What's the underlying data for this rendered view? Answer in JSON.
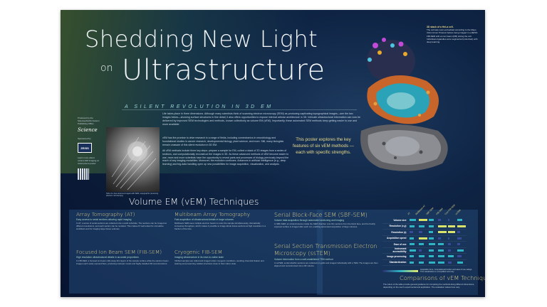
{
  "header": {
    "title_line1": "Shedding New Light",
    "title_on": "on",
    "title_line2": "Ultrastructure",
    "subtitle": "A SILENT REVOLUTION IN 3D EM"
  },
  "sidebar": {
    "produced_by": "Produced by the Science/AAAS Custom Publishing Office",
    "science_logo": "Science",
    "sponsored_by": "Sponsored by",
    "sponsor_logo": "ZEISS",
    "learn_more": "Learn more about volume EM imaging at zeiss.ly/vem-poster"
  },
  "intro": {
    "text": "Life takes place in three dimensions. Although many scientists think of scanning electron microscopy (SEM) as producing captivating topographical images—see the two images below—showing surface structures in fine detail, it also offers opportunities to expose internal cellular architecture in 3D. Intricate ultrastructural information can now be delivered by improved SEM technologies and methods, known collectively as volume EM (vEM). Importantly, these automated SEM methods keep getting easier to use and more available."
  },
  "body": {
    "p1": "vEM has the promise to drive research in a range of fields, including connectomics in neurobiology and foundational studies in cancer research, developmental biology, plant science, and more. Still, many biologists remain unaware of this silent revolution in 3D EM.",
    "p2": "All vEM methods include three key steps: prepare a sample for EM, collect a stack of 2D images from a series of sections, and computationally reconstruct the images in 3D. As these advanced methods of vEM become easier to use, more and more scientists have the opportunity to reveal parts and processes of biology previously beyond the reach of any imaging modalities. Moreover, the evolution continues. Advances in artificial intelligence (e.g., deep learning) and big-data handling open up new possibilities for image acquisition, visualization, and analysis."
  },
  "callout": "This poster explores the key features of six vEM methods — each with specific strengths.",
  "sem_caption": "Side of a bee antenna imaged with SEM, topographic (scanning electron microscopy)",
  "cell_caption": {
    "head": "3D stack of a HeLa cell.",
    "text": "The cell was resin-embedded according to the Mayo Clinic Armor Protocol before being imaged in a ZEISS FIB-SEM with an ion beam (FIB) slicing the cell. Individual organelles were segmented (colorized) with deep learning."
  },
  "section_title": "Volume EM (vEM) Techniques",
  "techniques": [
    {
      "name": "Array Tomography (AT)",
      "desc": "Easy access to serial sections allowing rapid imaging",
      "text": "In AT, a series of serial sections are collected onto a solid substrate. The sections can be imaged at different resolutions, and each section can be revisited. This makes AT well suited for correlative workflows and for imaging large tissue volumes."
    },
    {
      "name": "Multibeam Array Tomography",
      "desc": "Fast acquisition of ultrastructural details in large volumes",
      "text": "Multibeam SEM uses multiple electron beams to scan the sample simultaneously, dramatically increasing throughput, which makes it possible to image whole tissue sections at high resolution in a fraction of the time."
    },
    {
      "name": "Serial Block-Face SEM (SBF-SEM)",
      "desc": "Volume data acquisition through automated sectioning and imaging",
      "text": "In SBF-SEM, an ultramicrotome inside the SEM chamber cuts thin sections from the block face, and the freshly exposed surface is imaged after each cut, enabling automated acquisition of large volumes."
    },
    {
      "name": "Focused Ion Beam SEM (FIB-SEM)",
      "desc": "High resolution ultrastructural details in accurate proportions",
      "text": "In FIB-SEM, a focused ion beam mills away thin layers of the sample surface while the electron beam images each newly exposed face, producing isotropic voxels and highly detailed 3D reconstructions."
    },
    {
      "name": "Cryogenic FIB-SEM",
      "desc": "Imaging ultrastructure in its near-to-native state",
      "text": "Vitrified samples are milled and imaged under cryogenic conditions, avoiding chemical fixation and staining and preserving cellular structures close to their native state."
    },
    {
      "name": "Serial Section Transmission Electron Microscopy (ssTEM)",
      "desc": "Volume information from a well-established TEM method",
      "text": "In ssTEM, serial ultrathin sections are collected on grids and imaged individually with a TEM. The images are then aligned and reconstructed into a 3D volume."
    }
  ],
  "comparison": {
    "title": "Comparisons of vEM Techniques",
    "columns": [
      "AT",
      "Multibeam AT",
      "SBF-SEM",
      "FIB-SEM",
      "Cryo FIB-SEM",
      "ssTEM"
    ],
    "rows": [
      {
        "label": "Volume size",
        "values": [
          0.7,
          0.9,
          0.6,
          0.3,
          0.2,
          0.5
        ]
      },
      {
        "label": "Resolution (x,y)",
        "values": [
          0.6,
          0.6,
          0.6,
          0.9,
          0.8,
          0.9
        ]
      },
      {
        "label": "Resolution (z)",
        "values": [
          0.4,
          0.4,
          0.5,
          0.9,
          0.8,
          0.3
        ]
      },
      {
        "label": "Acquisition speed",
        "values": [
          0.5,
          0.9,
          0.6,
          0.3,
          0.2,
          0.4
        ]
      },
      {
        "label": "Ease of use",
        "values": [
          0.6,
          0.5,
          0.7,
          0.6,
          0.3,
          0.3
        ]
      },
      {
        "label": "Instrument accessibility",
        "values": [
          0.7,
          0.3,
          0.6,
          0.6,
          0.3,
          0.7
        ]
      },
      {
        "label": "Image processing",
        "values": [
          0.5,
          0.6,
          0.6,
          0.7,
          0.6,
          0.4
        ]
      },
      {
        "label": "Standardization",
        "values": [
          0.5,
          0.5,
          0.7,
          0.7,
          0.4,
          0.6
        ]
      }
    ],
    "legend": "Acquisition time, computational burden and ease of use ratings. This visualization is a simplified summary.",
    "description": "The colors of the table provide general guidance for comparing the methods along different dimensions, depending on the user's experimental and application. The evaluation values here vary."
  }
}
